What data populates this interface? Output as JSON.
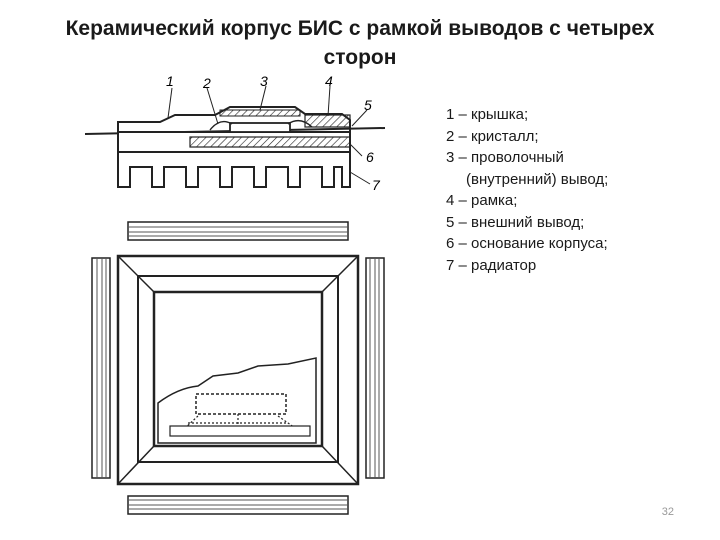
{
  "slide": {
    "title_line1": "Керамический корпус БИС с рамкой выводов с четырех",
    "title_line2": "сторон",
    "page_number": "32"
  },
  "diagram": {
    "callouts": [
      "1",
      "2",
      "3",
      "4",
      "5",
      "6",
      "7"
    ]
  },
  "legend": {
    "items": [
      "1 – крышка;",
      "2 – кристалл;",
      "3 – проволочный",
      "(внутренний) вывод;",
      "4 – рамка;",
      "5 – внешний вывод;",
      "6 – основание корпуса;",
      "7 – радиатор"
    ]
  }
}
